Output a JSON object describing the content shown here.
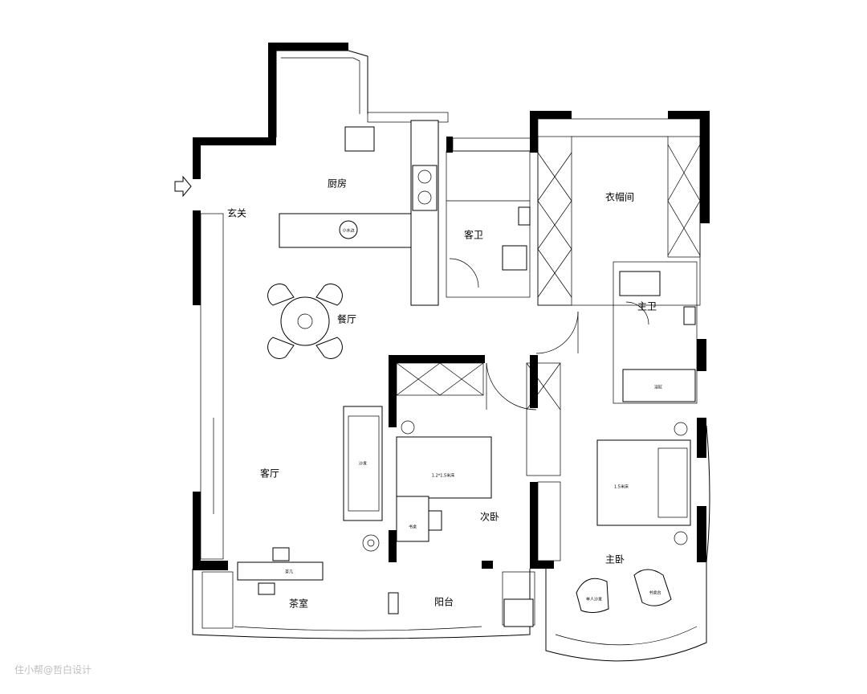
{
  "rooms": {
    "kitchen": "厨房",
    "entrance": "玄关",
    "dining": "餐厅",
    "living": "客厅",
    "guest_bath": "客卫",
    "cloakroom": "衣帽间",
    "master_bath": "主卫",
    "second_bedroom": "次卧",
    "master_bedroom": "主卧",
    "tea_room": "茶室",
    "balcony": "阳台"
  },
  "furniture": {
    "island": "小水边",
    "sofa": "沙发",
    "second_bed": "1.2*1.5米床",
    "master_bed": "1.5米床",
    "desk": "书桌",
    "tea_table": "茶几",
    "lounge_chair": "单人沙发",
    "side_table": "书桌台",
    "bathtub": "浴缸"
  },
  "watermark": "住小帮@哲白设计"
}
